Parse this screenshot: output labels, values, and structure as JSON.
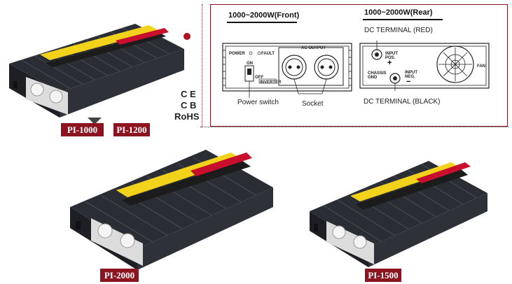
{
  "models": {
    "pi1000": "PI-1000",
    "pi1200": "PI-1200",
    "pi2000": "PI-2000",
    "pi1500": "PI-1500"
  },
  "certifications": {
    "ce": "C E",
    "cb": "C B",
    "rohs": "RoHS"
  },
  "diagram": {
    "front_title": "1000~2000W(Front)",
    "rear_title": "1000~2000W(Rear)",
    "dc_red": "DC TERMINAL (RED)",
    "dc_black": "DC TERMINAL (BLACK)",
    "power_switch": "Power switch",
    "socket": "Socket",
    "front_power": "POWER",
    "front_fault": "FAULT",
    "front_ac_output": "AC OUTPUT",
    "front_on": "ON",
    "front_off": "OFF",
    "front_inverter": "INVERTER",
    "rear_input_pos": "INPUT POS.",
    "rear_plus": "+",
    "rear_chassis_gnd": "CHASSIS GND",
    "rear_input_neg": "INPUT NEG.",
    "rear_minus": "−",
    "rear_fan": "FAN"
  },
  "colors": {
    "tag_bg": "#8b1420",
    "panel_border": "#8b1420",
    "band_yellow": "#f2d21a",
    "band_red": "#c8102e"
  }
}
